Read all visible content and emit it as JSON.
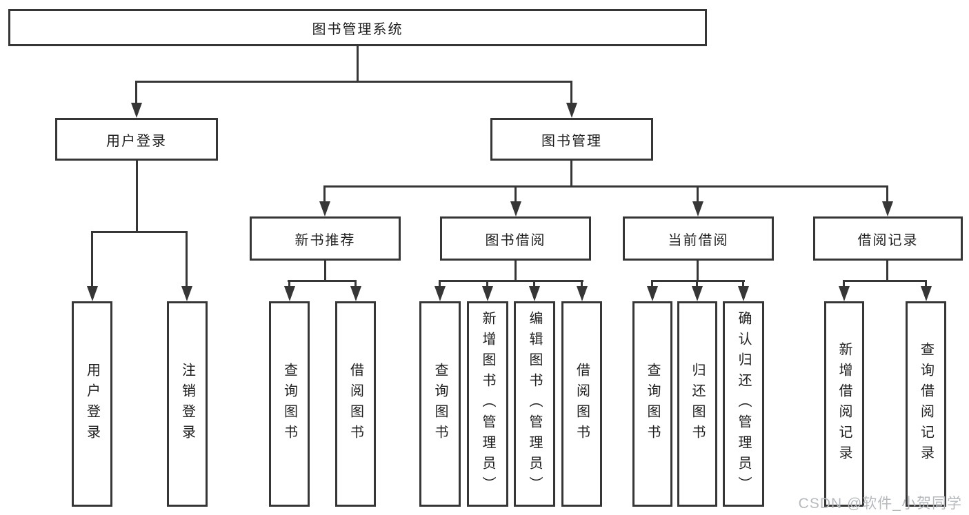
{
  "diagram_type": "hierarchy-tree",
  "line_color": "#363636",
  "background_color": "#ffffff",
  "watermark": {
    "text": "CSDN @软件_小贺同学",
    "color": "#b7babd"
  },
  "nodes": {
    "root": {
      "label": "图书管理系统"
    },
    "login": {
      "label": "用户登录"
    },
    "mgmt": {
      "label": "图书管理"
    },
    "newbook": {
      "label": "新书推荐"
    },
    "borrow": {
      "label": "图书借阅"
    },
    "current": {
      "label": "当前借阅"
    },
    "record": {
      "label": "借阅记录"
    },
    "login_user": {
      "label": "用户登录"
    },
    "login_out": {
      "label": "注销登录"
    },
    "newbook_query": {
      "label": "查询图书"
    },
    "newbook_borrow": {
      "label": "借阅图书"
    },
    "borrow_query": {
      "label": "查询图书"
    },
    "borrow_add": {
      "label": "新增图书（管理员）"
    },
    "borrow_edit": {
      "label": "编辑图书（管理员）"
    },
    "borrow_do": {
      "label": "借阅图书"
    },
    "current_query": {
      "label": "查询图书"
    },
    "current_return": {
      "label": "归还图书"
    },
    "current_confirm": {
      "label": "确认归还（管理员）"
    },
    "record_add": {
      "label": "新增借阅记录"
    },
    "record_query": {
      "label": "查询借阅记录"
    }
  },
  "tree": {
    "图书管理系统": [
      "用户登录",
      "图书管理"
    ],
    "用户登录": [
      "用户登录",
      "注销登录"
    ],
    "图书管理": [
      "新书推荐",
      "图书借阅",
      "当前借阅",
      "借阅记录"
    ],
    "新书推荐": [
      "查询图书",
      "借阅图书"
    ],
    "图书借阅": [
      "查询图书",
      "新增图书（管理员）",
      "编辑图书（管理员）",
      "借阅图书"
    ],
    "当前借阅": [
      "查询图书",
      "归还图书",
      "确认归还（管理员）"
    ],
    "借阅记录": [
      "新增借阅记录",
      "查询借阅记录"
    ]
  }
}
